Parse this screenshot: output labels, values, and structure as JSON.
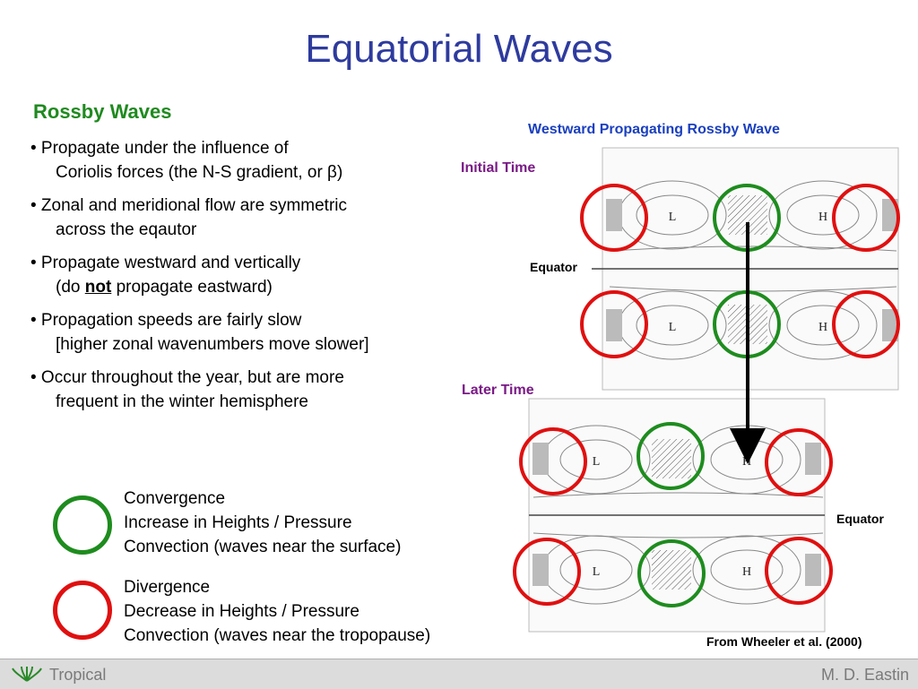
{
  "title": "Equatorial Waves",
  "section": {
    "heading": "Rossby Waves",
    "bullets": [
      {
        "line1": "• Propagate under the influence of",
        "line2": "Coriolis forces (the N-S gradient, or β)"
      },
      {
        "line1": "• Zonal and meridional flow are symmetric",
        "line2": "across the eqautor"
      },
      {
        "line1": "• Propagate westward and vertically",
        "line2_pre": "(do ",
        "line2_emph": "not",
        "line2_post": " propagate eastward)"
      },
      {
        "line1": "• Propagation speeds are fairly slow",
        "line2": "[higher zonal wavenumbers move slower]"
      },
      {
        "line1": "• Occur throughout the year, but are more",
        "line2": "frequent in the winter hemisphere"
      }
    ]
  },
  "legend": {
    "convergence": {
      "color": "#1e8c1e",
      "lines": [
        "Convergence",
        "Increase in Heights / Pressure",
        "Convection (waves near the surface)"
      ]
    },
    "divergence": {
      "color": "#e01010",
      "lines": [
        "Divergence",
        "Decrease in Heights / Pressure",
        "Convection (waves near the tropopause)"
      ]
    }
  },
  "figure": {
    "title": "Westward Propagating Rossby Wave",
    "initial_label": "Initial Time",
    "later_label": "Later Time",
    "equator_label": "Equator",
    "low_label": "L",
    "high_label": "H",
    "credit": "From Wheeler et al. (2000)"
  },
  "footer": {
    "left": "Tropical",
    "right": "M. D. Eastin"
  }
}
